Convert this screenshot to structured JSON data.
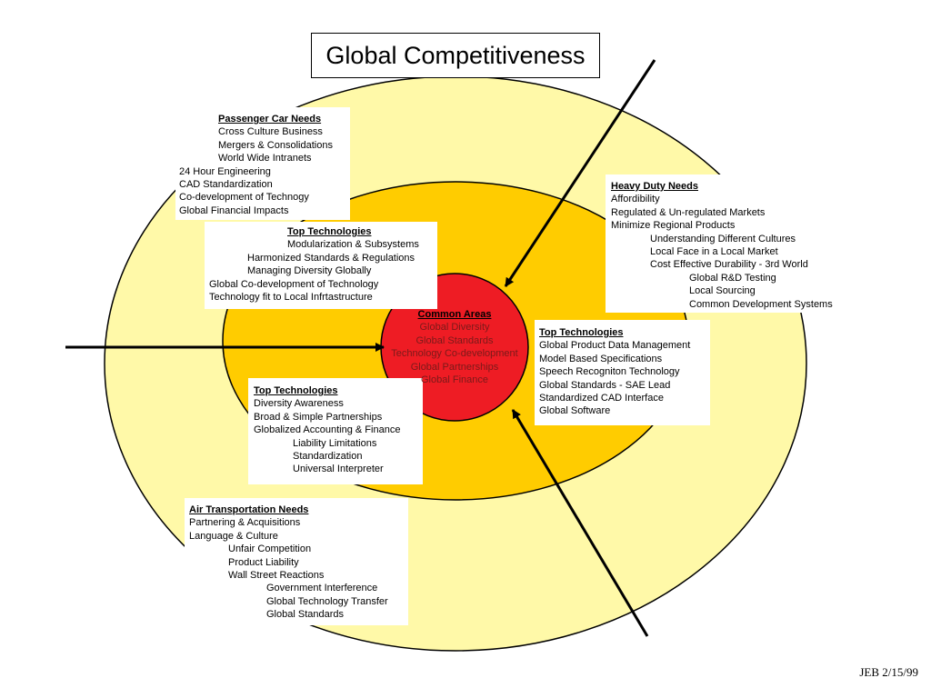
{
  "title": "Global Competitiveness",
  "colors": {
    "outer_ring": "#fff9a8",
    "middle_ring": "#ffcc00",
    "center": "#ee1c24",
    "line": "#000000"
  },
  "center": {
    "heading": "Common Areas",
    "items": [
      "Global Diversity",
      "Global Standards",
      "Technology Co-development",
      "Global Partnerships",
      "Global Finance"
    ]
  },
  "passenger_car": {
    "heading": "Passenger Car Needs",
    "lines": [
      "Cross Culture Business",
      "Mergers & Consolidations",
      "World Wide Intranets",
      "24 Hour Engineering",
      "CAD Standardization",
      "Co-development of Technogy",
      "Global Financial Impacts"
    ]
  },
  "top_tech_upper_left": {
    "heading": "Top Technologies",
    "lines": [
      "Modularization & Subsystems",
      "Harmonized Standards & Regulations",
      "Managing Diversity Globally",
      "Global Co-development of Technology",
      "Technology fit to Local Infrtastructure"
    ]
  },
  "heavy_duty": {
    "heading": "Heavy Duty Needs",
    "lines": [
      "Affordibility",
      "Regulated & Un-regulated Markets",
      "Minimize Regional Products",
      "Understanding Different Cultures",
      "Local Face in a Local Market",
      "Cost Effective Durability - 3rd World",
      "Global R&D Testing",
      "Local Sourcing",
      "Common Development Systems"
    ]
  },
  "top_tech_right": {
    "heading": "Top Technologies",
    "lines": [
      "Global Product Data Management",
      "Model Based Specifications",
      "Speech Recogniton Technology",
      "Global Standards - SAE Lead",
      "Standardized CAD Interface",
      "Global Software"
    ]
  },
  "top_tech_lower_left": {
    "heading": "Top Technologies",
    "lines": [
      "Diversity Awareness",
      "Broad & Simple Partnerships",
      "Globalized Accounting & Finance",
      "Liability Limitations",
      "Standardization",
      "Universal Interpreter"
    ]
  },
  "air_transport": {
    "heading": "Air Transportation Needs",
    "lines": [
      "Partnering & Acquisitions",
      "Language & Culture",
      "Unfair Competition",
      "Product Liability",
      "Wall Street Reactions",
      "Government Interference",
      "Global Technology Transfer",
      "Global Standards"
    ]
  },
  "footer": "JEB 2/15/99"
}
